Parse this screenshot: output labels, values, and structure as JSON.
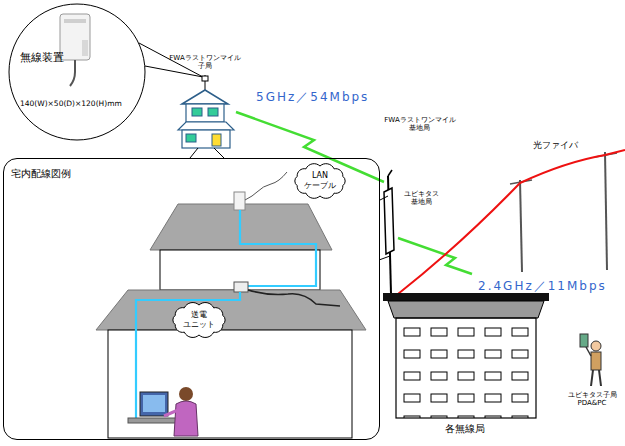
{
  "diagram": {
    "nodes": [
      {
        "text": [
          "無線装置",
          "140(W)×50(D)×120(H)mm"
        ]
      },
      {
        "text": [
          "宅内配線図例"
        ]
      },
      {
        "text": [
          "LAN ケーブル"
        ],
        "in": 1
      },
      {
        "text": [
          "送電 ユニット"
        ],
        "in": 1
      }
    ],
    "labels": [
      "FWAラストワンマイル 子局",
      "5GHz／54Mbps",
      "FWAラストワンマイル 基地局",
      "ユビキタス 基地局",
      "光ファイバ",
      "2.4GHz／11Mbps",
      "各無線局",
      "ユビキタス子局 PDA&PC"
    ]
  }
}
